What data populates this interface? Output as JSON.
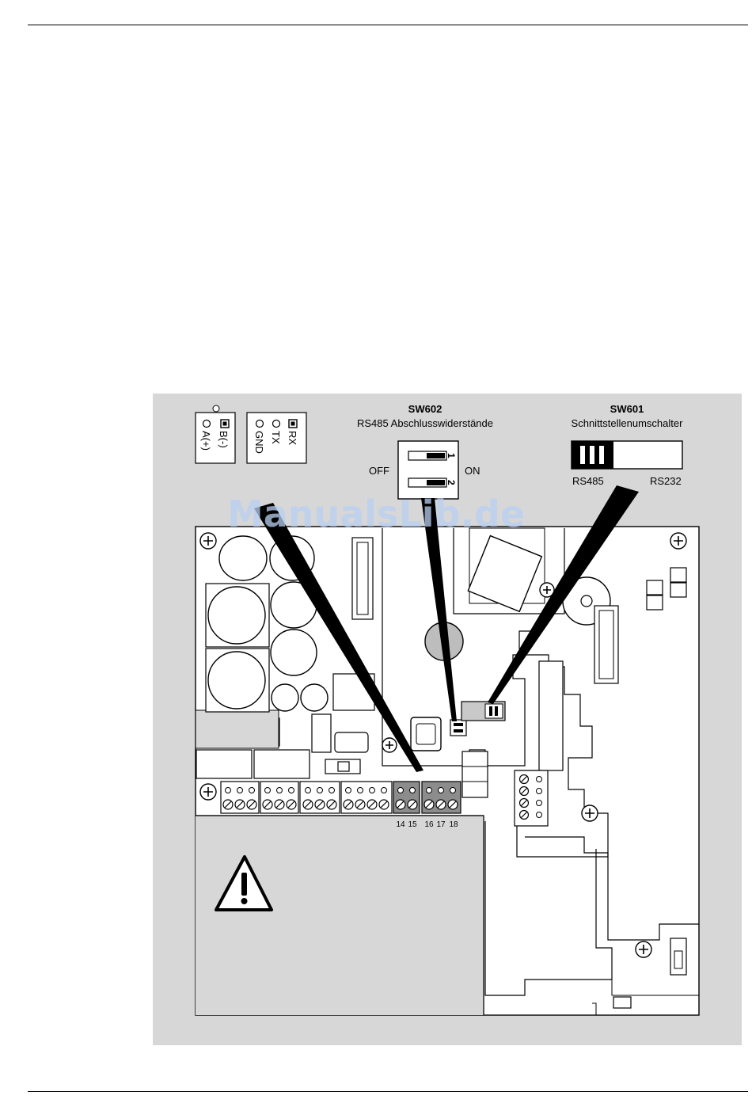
{
  "watermark": "ManualsLib.de",
  "sw602": {
    "title": "SW602",
    "subtitle": "RS485 Abschlusswiderstände",
    "off_label": "OFF",
    "on_label": "ON",
    "pos1": "1",
    "pos2": "2"
  },
  "sw601": {
    "title": "SW601",
    "subtitle": "Schnittstellenumschalter",
    "left_label": "RS485",
    "right_label": "RS232"
  },
  "connector_rs485": {
    "pin_a": "A(+)",
    "pin_b": "B(-)"
  },
  "connector_rs232": {
    "pin_gnd": "GND",
    "pin_tx": "TX",
    "pin_rx": "RX"
  },
  "terminals": {
    "t14": "14",
    "t15": "15",
    "t16": "16",
    "t17": "17",
    "t18": "18"
  },
  "colors": {
    "figure_bg": "#d7d7d7",
    "board": "#ffffff",
    "highlight": "#8c8c8c"
  },
  "icons": [
    "warning-triangle-icon",
    "screw-icon"
  ]
}
